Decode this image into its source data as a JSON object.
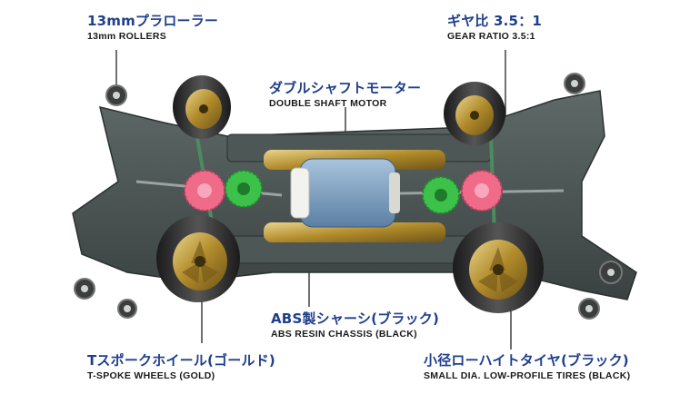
{
  "labels": {
    "rollers": {
      "jp": "13mmプラローラー",
      "en": "13mm ROLLERS"
    },
    "gear": {
      "jp": "ギヤ比 3.5：1",
      "en": "GEAR RATIO 3.5:1"
    },
    "motor": {
      "jp": "ダブルシャフトモーター",
      "en": "DOUBLE SHAFT MOTOR"
    },
    "chassis": {
      "jp": "ABS製シャーシ(ブラック)",
      "en": "ABS RESIN CHASSIS (BLACK)"
    },
    "wheels": {
      "jp": "Tスポークホイール(ゴールド)",
      "en": "T-SPOKE WHEELS (GOLD)"
    },
    "tires": {
      "jp": "小径ローハイトタイヤ(ブラック)",
      "en": "SMALL DIA. LOW-PROFILE TIRES (BLACK)"
    }
  },
  "colors": {
    "label_jp": "#1f3f8c",
    "chassis": "#4a5453",
    "gold": "#b8962e",
    "tire": "#2a2a2a",
    "gear_pink": "#f06a8a",
    "gear_green": "#3cc24a",
    "motor_blue": "#7fa3c4"
  }
}
